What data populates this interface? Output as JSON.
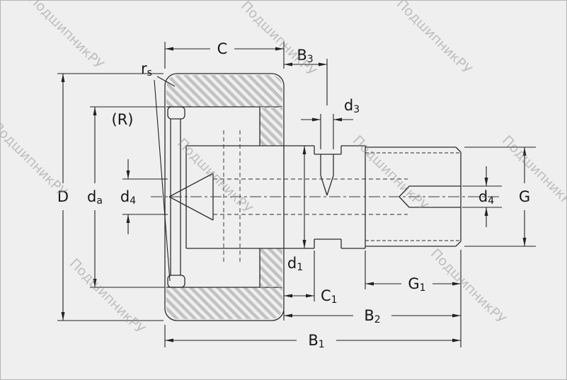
{
  "watermark": {
    "text": "ПодшипникРУ"
  },
  "labels": {
    "C": {
      "base": "C",
      "sub": ""
    },
    "B3": {
      "base": "B",
      "sub": "3"
    },
    "d3": {
      "base": "d",
      "sub": "3"
    },
    "rs": {
      "base": "r",
      "sub": "s"
    },
    "R": {
      "base": "(R)",
      "sub": ""
    },
    "D": {
      "base": "D",
      "sub": ""
    },
    "da": {
      "base": "d",
      "sub": "a"
    },
    "d4_left": {
      "base": "d",
      "sub": "4"
    },
    "d1": {
      "base": "d",
      "sub": "1"
    },
    "C1": {
      "base": "C",
      "sub": "1"
    },
    "G1": {
      "base": "G",
      "sub": "1"
    },
    "B2": {
      "base": "B",
      "sub": "2"
    },
    "B1": {
      "base": "B",
      "sub": "1"
    },
    "d4_right": {
      "base": "d",
      "sub": "4"
    },
    "G": {
      "base": "G",
      "sub": ""
    }
  },
  "colors": {
    "line": "#2b2b2b",
    "hatch": "#c2c2c2",
    "background": "#efefef",
    "watermark": "#8f8f8f"
  }
}
